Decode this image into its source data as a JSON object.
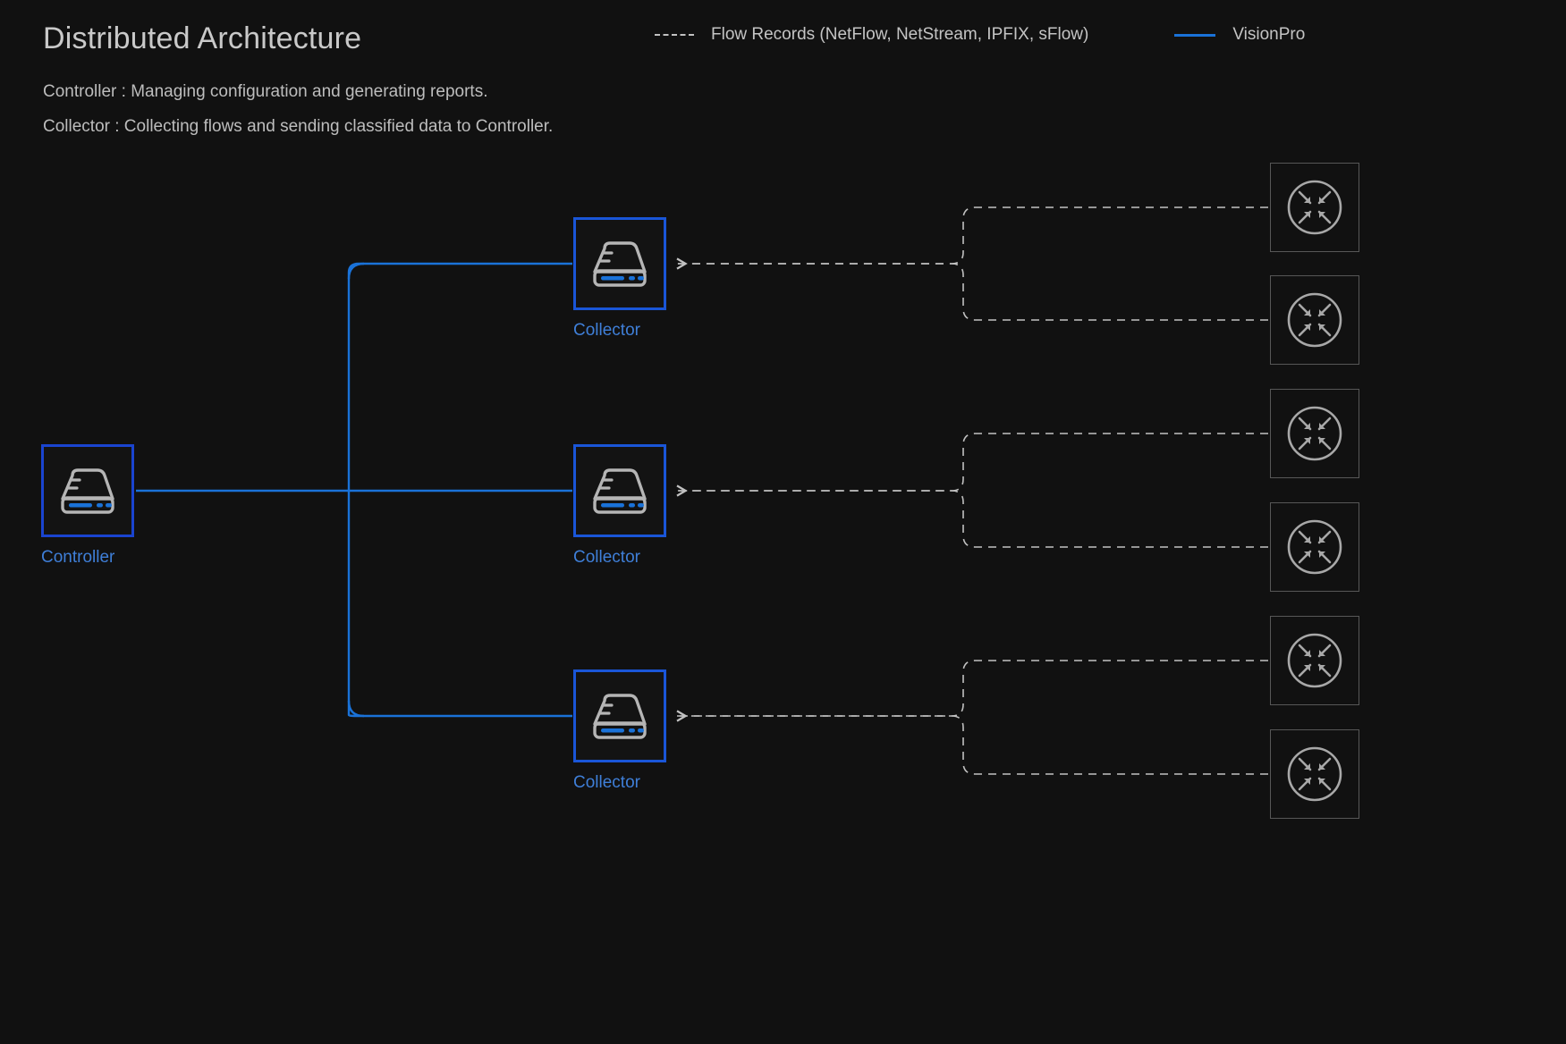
{
  "header": {
    "title": "Distributed Architecture",
    "descriptions": [
      "Controller : Managing configuration and generating reports.",
      "Collector : Collecting flows and sending classified data to Controller."
    ]
  },
  "legend": {
    "items": [
      {
        "label": "Flow Records (NetFlow, NetStream, IPFIX, sFlow)",
        "style": "dashed",
        "color": "#c2c2c2"
      },
      {
        "label": "VisionPro",
        "style": "solid",
        "color": "#1a72d8"
      }
    ]
  },
  "diagram": {
    "controller": {
      "label": "Controller",
      "icon": "server-appliance-icon"
    },
    "collectors": [
      {
        "label": "Collector",
        "icon": "server-appliance-icon"
      },
      {
        "label": "Collector",
        "icon": "server-appliance-icon"
      },
      {
        "label": "Collector",
        "icon": "server-appliance-icon"
      }
    ],
    "routers": [
      {
        "icon": "router-icon"
      },
      {
        "icon": "router-icon"
      },
      {
        "icon": "router-icon"
      },
      {
        "icon": "router-icon"
      },
      {
        "icon": "router-icon"
      },
      {
        "icon": "router-icon"
      }
    ]
  },
  "colors": {
    "background": "#111111",
    "accent_blue": "#1a72d8",
    "node_border_blue": "#1a56d8",
    "label_blue": "#3f7fd8",
    "text_gray": "#c4c4c4",
    "icon_gray": "#b5b5b5",
    "dashed_gray": "#c2c2c2"
  }
}
